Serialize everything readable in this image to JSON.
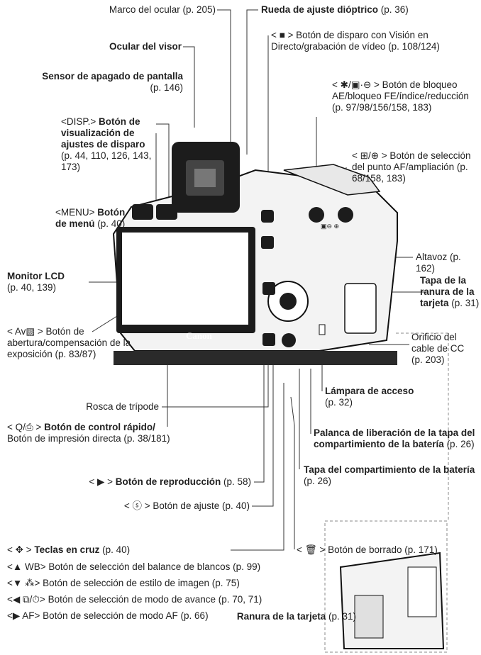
{
  "labels": {
    "marco_ocular": {
      "name": "Marco del ocular",
      "ref": " (p. 205)"
    },
    "rueda_diop": {
      "name": "Rueda de ajuste dióptrico",
      "ref": " (p. 36)"
    },
    "ocular_visor": {
      "name": "Ocular del visor"
    },
    "sensor": {
      "name": "Sensor de apagado de pantalla",
      "ref": "(p. 146)"
    },
    "live_view": {
      "sym": "< ",
      "icon": "■",
      "text": " > Botón de disparo con Visión en Directo/grabación de vídeo (p. 108/124)"
    },
    "ae_lock": {
      "sym": "< ✱/▣·⊖ > ",
      "text": "Botón de bloqueo AE/bloqueo FE/índice/reducción (p. 97/98/156/158, 183)"
    },
    "disp": {
      "sym": "<DISP.> ",
      "name": "Botón de visualización de ajustes de disparo",
      "ref": "(p. 44, 110, 126, 143, 173)"
    },
    "af_point": {
      "sym": "< ⊞/⊕ > ",
      "text": "Botón de selección del punto AF/ampliación (p. 68/158, 183)"
    },
    "menu": {
      "sym": "<MENU> ",
      "name": "Botón de menú",
      "ref": " (p. 40)"
    },
    "altavoz": {
      "text": "Altavoz (p. 162)"
    },
    "lcd": {
      "name": "Monitor LCD",
      "ref": "(p. 40, 139)"
    },
    "tapa_ranura": {
      "name": "Tapa de la ranura de la tarjeta",
      "ref": " (p. 31)"
    },
    "av": {
      "sym": "< Av▨ > ",
      "text": "Botón de abertura/compensación de la exposición (p. 83/87)"
    },
    "orificio": {
      "text": "Orificio del cable de CC (p. 203)"
    },
    "rosca": {
      "text": "Rosca de trípode"
    },
    "lampara": {
      "name": "Lámpara de acceso",
      "ref": "(p. 32)"
    },
    "q_button": {
      "sym": "< Q/⎙ > ",
      "name": "Botón de control rápido/",
      "text": "Botón de impresión directa (p. 38/181)"
    },
    "palanca": {
      "name": "Palanca de liberación de la tapa del compartimiento de la batería",
      "ref": " (p. 26)"
    },
    "play": {
      "sym": "< ▶ > ",
      "name": "Botón de reproducción",
      "ref": " (p. 58)"
    },
    "tapa_bat": {
      "name": "Tapa del compartimiento de la batería",
      "ref": " (p. 26)"
    },
    "set": {
      "sym": "< ⓢ > ",
      "text": "Botón de ajuste (p. 40)"
    },
    "cruz": {
      "sym": "< ✥ > ",
      "name": "Teclas en cruz",
      "ref": " (p. 40)"
    },
    "borrado": {
      "sym": "< 🗑 > ",
      "text": "Botón de borrado (p. 171)"
    },
    "wb": {
      "sym": "<▲ WB> ",
      "text": "Botón de selección del balance de blancos (p. 99)"
    },
    "style": {
      "sym": "<▼ ⁂> ",
      "text": "Botón de selección de estilo de imagen (p. 75)"
    },
    "drive": {
      "sym": "<◀ ⧉/⏱> ",
      "text": "Botón de selección de modo de avance (p. 70, 71)"
    },
    "af_mode": {
      "sym": "<▶ AF> ",
      "text": "Botón de selección de modo AF (p. 66)"
    },
    "ranura": {
      "name": "Ranura de la tarjeta",
      "ref": " (p. 31)"
    }
  },
  "camera": {
    "brand": "Canon",
    "ae_marks": "▣⊖ ⊕"
  },
  "colors": {
    "text": "#222222",
    "lines": "#333333",
    "camera_body": "#1c1c1c",
    "lcd_bg": "#ffffff"
  }
}
